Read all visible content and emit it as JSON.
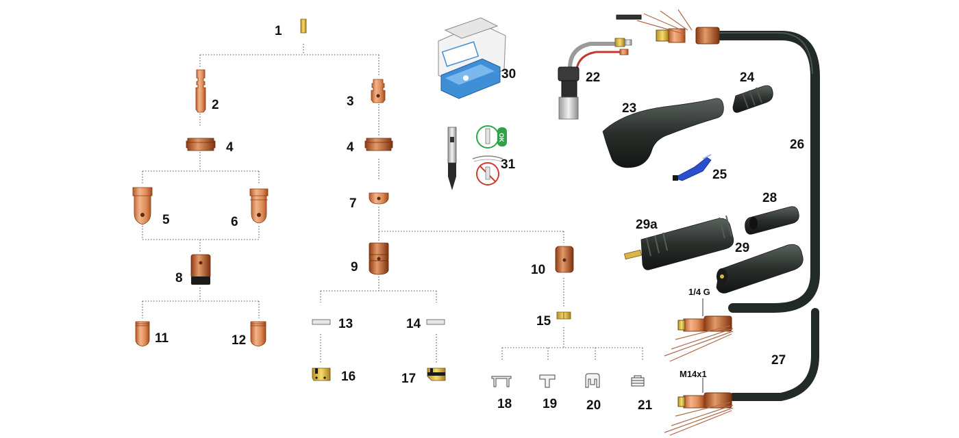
{
  "labels": {
    "p1": "1",
    "p2": "2",
    "p3": "3",
    "p4a": "4",
    "p4b": "4",
    "p5": "5",
    "p6": "6",
    "p7": "7",
    "p8": "8",
    "p9": "9",
    "p10": "10",
    "p11": "11",
    "p12": "12",
    "p13": "13",
    "p14": "14",
    "p15": "15",
    "p16": "16",
    "p17": "17",
    "p18": "18",
    "p19": "19",
    "p20": "20",
    "p21": "21",
    "p22": "22",
    "p23": "23",
    "p24": "24",
    "p25": "25",
    "p26": "26",
    "p27": "27",
    "p28": "28",
    "p29": "29",
    "p29a": "29a",
    "p30": "30",
    "p31": "31"
  },
  "threads": {
    "upper": "1/4 G",
    "lower": "M14x1"
  },
  "badge": "OK",
  "colors": {
    "copper": "#e0925e",
    "copper_dark": "#b4582c",
    "rubber": "#2e3431",
    "hose": "#222a26",
    "box_blue": "#3f8fd6",
    "handle_blue": "#2a4fcf",
    "ok_green": "#2fa24a",
    "warn_red": "#d23a2a",
    "brass": "#e8c23a"
  },
  "icons": {
    "box": "consumable-box-icon",
    "gauge": "electrode-gauge-icon"
  }
}
